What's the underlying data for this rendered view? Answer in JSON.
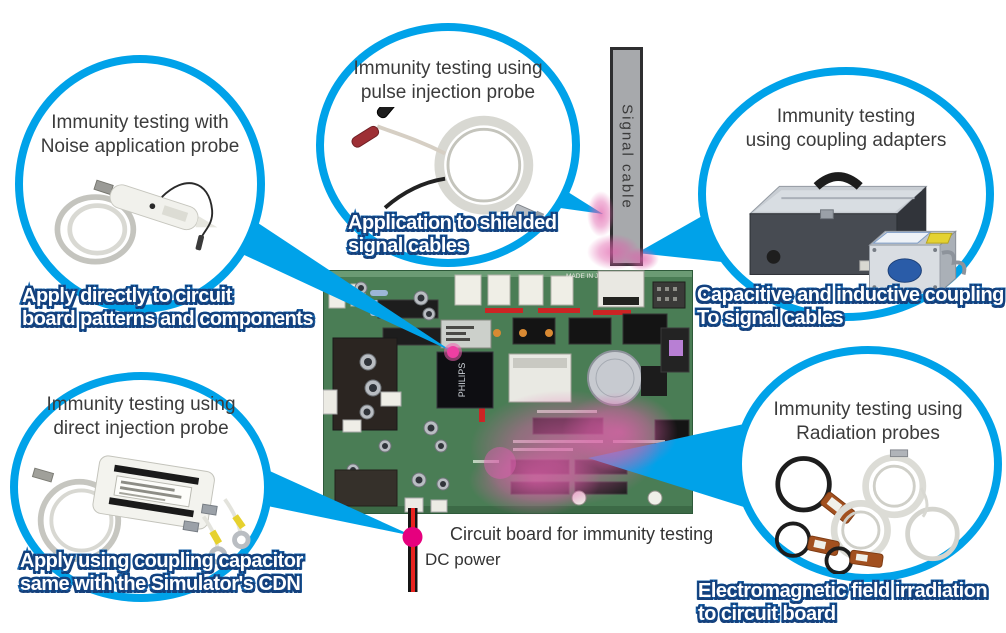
{
  "colors": {
    "accent_blue": "#00a2e9",
    "caption_outline_blue": "#1766ae",
    "caption_shadow_navy": "#14407c",
    "highlight_pink": "#e060ab",
    "marker_magenta": "#e6007e",
    "dc_power_red": "#e8231f",
    "signal_cable_gray": "#a7a9ac",
    "board_green": "#4a7d55"
  },
  "callouts": [
    {
      "id": "noise-application-probe",
      "title_line1": "Immunity testing with",
      "title_line2": "Noise application probe",
      "caption_line1": "Apply directly to circuit",
      "caption_line2": "board patterns and components",
      "image": "noise-application-probe-photo"
    },
    {
      "id": "pulse-injection-probe",
      "title_line1": "Immunity testing using",
      "title_line2": "pulse injection probe",
      "caption_line1": "Application to shielded",
      "caption_line2": "signal cables",
      "image": "pulse-injection-probe-photo"
    },
    {
      "id": "coupling-adapters",
      "title_line1": "Immunity testing",
      "title_line2": "using coupling adapters",
      "caption_line1": "Capacitive and inductive coupling",
      "caption_line2": "To signal cables",
      "image": "coupling-adapters-photo"
    },
    {
      "id": "direct-injection-probe",
      "title_line1": "Immunity testing using",
      "title_line2": "direct injection probe",
      "caption_line1": "Apply using coupling capacitor",
      "caption_line2": "same with the Simulator's CDN",
      "image": "direct-injection-probe-photo"
    },
    {
      "id": "radiation-probes",
      "title_line1": "Immunity testing using",
      "title_line2": "Radiation probes",
      "caption_line1": "Electromagnetic field irradiation",
      "caption_line2": "to circuit board",
      "image": "radiation-probes-photo"
    }
  ],
  "center": {
    "board_label": "Circuit board for immunity testing",
    "dc_power_label": "DC power",
    "signal_cable_label": "Signal cable",
    "board_made_in": "MADE IN JAPAN",
    "board_chip_text": "PHILIPS"
  }
}
